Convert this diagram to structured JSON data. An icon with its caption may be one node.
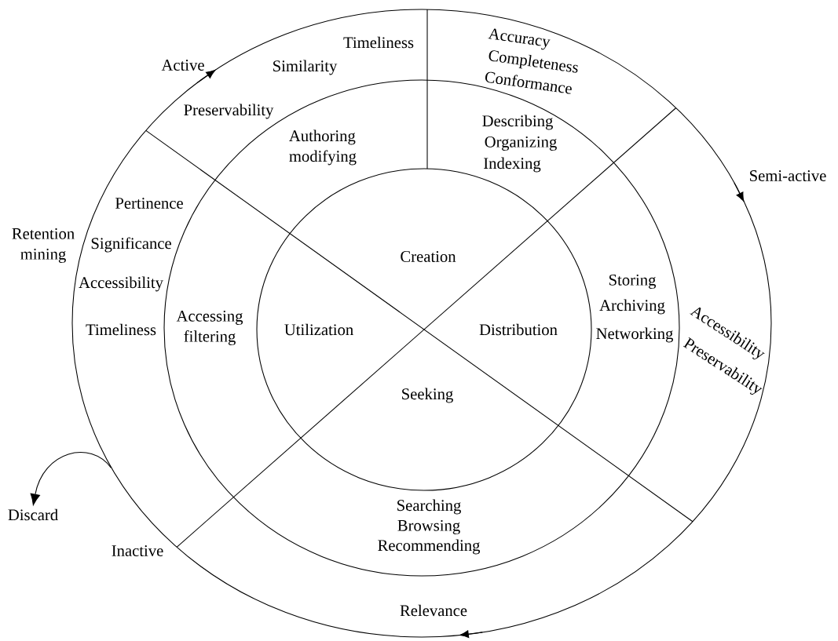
{
  "diagram": {
    "nodes": [
      {
        "text": [],
        "shape": "circle"
      },
      {
        "text": [
          "Discard"
        ]
      }
    ],
    "edges": [
      {
        "from": 0,
        "to": 1,
        "arrow": "to"
      }
    ],
    "labels": [
      "Timeliness",
      "Accuracy",
      "Active",
      "Similarity",
      "Completeness",
      "Conformance",
      "Preservability",
      "Describing",
      "Authoring modifying",
      "Organizing",
      "Indexing",
      "Semi-active",
      "Pertinence",
      "Retention mining",
      "Significance",
      "Creation",
      "Accessibility",
      "Storing",
      "Archiving",
      "Timeliness",
      "Accessing filtering",
      "Utilization",
      "Distribution",
      "Networking",
      "Accessibility",
      "Preservability",
      "Seeking",
      "Searching",
      "Browsing",
      "Recommending",
      "Inactive",
      "Relevance"
    ]
  }
}
